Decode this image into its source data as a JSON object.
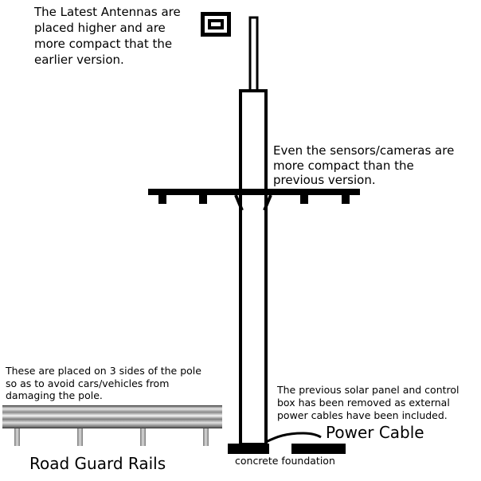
{
  "annotations": {
    "antenna_note": "The Latest Antennas are\nplaced higher and are\nmore compact that the\nearlier version.",
    "sensor_note": "Even the sensors/cameras are\nmore compact than the\nprevious version.",
    "rail_note": "These are placed on 3 sides of the pole\nso as to avoid cars/vehicles from\ndamaging the pole.",
    "solar_note": "The previous solar panel and control\nbox has been removed as external\npower cables have been included."
  },
  "labels": {
    "power_cable": "Power Cable",
    "concrete_foundation": "concrete foundation",
    "road_guard_rails": "Road Guard Rails"
  },
  "colors": {
    "outline": "#000000",
    "fill": "#ffffff",
    "rail_light": "#f2f2f2",
    "rail_mid": "#a6a6a6",
    "rail_dark": "#4a4a4a",
    "post": "#9c9c9c"
  }
}
